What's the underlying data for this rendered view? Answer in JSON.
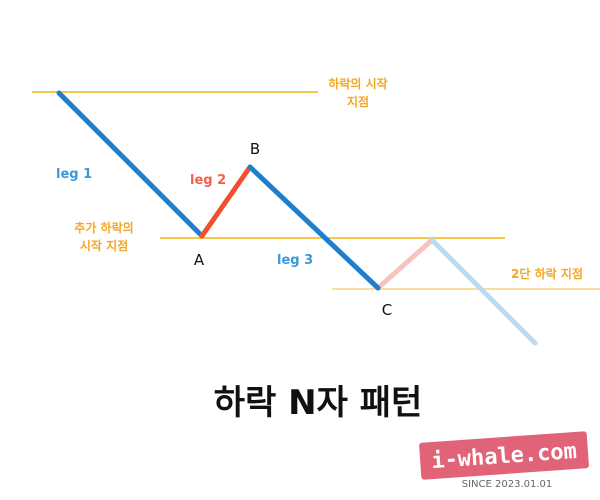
{
  "labels": {
    "fall_start_line1": "하락의 시작",
    "fall_start_line2": "지점",
    "extra_fall_line1": "추가 하락의",
    "extra_fall_line2": "시작 지점",
    "second_fall": "2단 하락 지점",
    "leg1": "leg 1",
    "leg2": "leg 2",
    "leg3": "leg 3",
    "point_a": "A",
    "point_b": "B",
    "point_c": "C"
  },
  "title": "하락 N자 패턴",
  "logo": {
    "text": "i-whale.com",
    "since": "SINCE 2023.01.01"
  },
  "colors": {
    "down_leg": "#1f7fcf",
    "up_leg": "#f0502e",
    "level_line": "#f7c64a",
    "faded_down": "#b9dcf3",
    "faded_up": "#f7c3bd",
    "logo_bg": "#e06377"
  }
}
